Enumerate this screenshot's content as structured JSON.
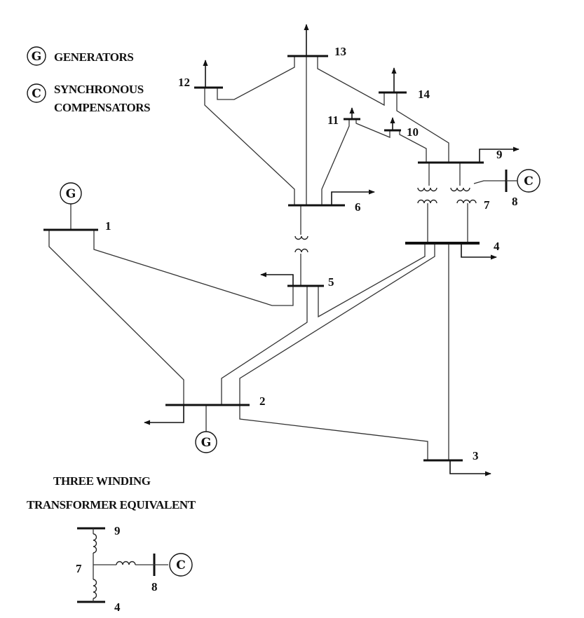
{
  "legend": {
    "generator_symbol": "G",
    "generator_label": "GENERATORS",
    "compensator_symbol": "C",
    "compensator_label_1": "SYNCHRONOUS",
    "compensator_label_2": "COMPENSATORS"
  },
  "buses": {
    "b1": "1",
    "b2": "2",
    "b3": "3",
    "b4": "4",
    "b5": "5",
    "b6": "6",
    "b7": "7",
    "b8": "8",
    "b9": "9",
    "b10": "10",
    "b11": "11",
    "b12": "12",
    "b13": "13",
    "b14": "14"
  },
  "symbols": {
    "generator": "G",
    "compensator": "C"
  },
  "inset": {
    "title_1": "THREE WINDING",
    "title_2": "TRANSFORMER EQUIVALENT",
    "bus_top": "9",
    "bus_mid": "7",
    "bus_bottom": "4",
    "bus_side": "8",
    "compensator": "C"
  }
}
